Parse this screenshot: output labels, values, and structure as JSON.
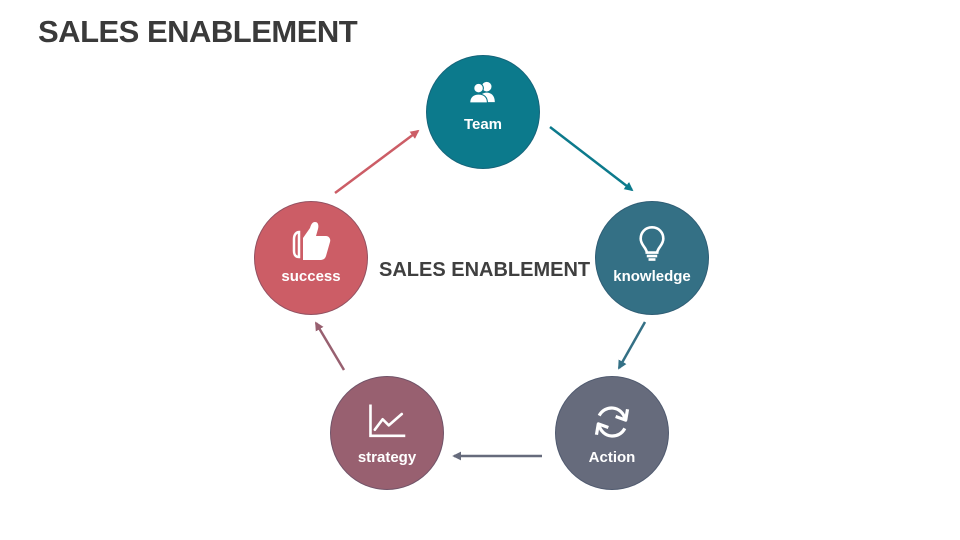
{
  "slide": {
    "title": "SALES ENABLEMENT",
    "center_label": "SALES ENABLEMENT"
  },
  "cycle": {
    "direction": "clockwise",
    "nodes": [
      {
        "id": "team",
        "label": "Team",
        "icon": "team-icon",
        "color": "#0c7a8c"
      },
      {
        "id": "knowledge",
        "label": "knowledge",
        "icon": "lightbulb-icon",
        "color": "#347085"
      },
      {
        "id": "action",
        "label": "Action",
        "icon": "refresh-icon",
        "color": "#666b7c"
      },
      {
        "id": "strategy",
        "label": "strategy",
        "icon": "line-chart-icon",
        "color": "#986070"
      },
      {
        "id": "success",
        "label": "success",
        "icon": "thumbs-up-icon",
        "color": "#cc5d66"
      }
    ],
    "arrow_colors": {
      "team_to_knowledge": "#0c7a8c",
      "knowledge_to_action": "#347085",
      "action_to_strategy": "#666b7c",
      "strategy_to_success": "#986070",
      "success_to_team": "#cc5d66"
    }
  }
}
